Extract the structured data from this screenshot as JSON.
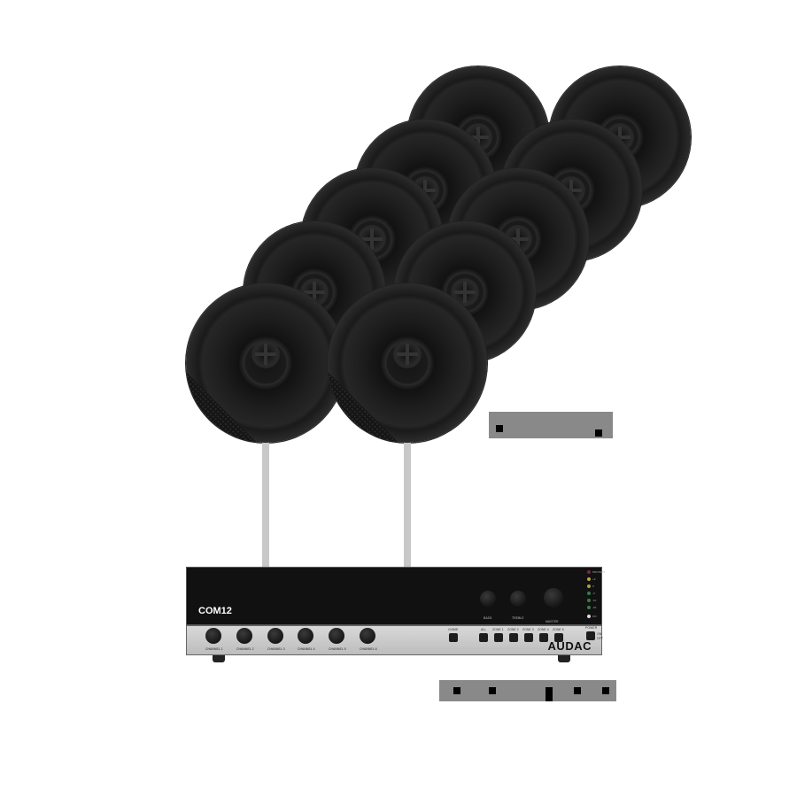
{
  "product": {
    "speaker_count": 10,
    "speaker_grille_color": "#151515",
    "speaker_body_color": "#2a2a2a"
  },
  "amplifier": {
    "model": "COM12",
    "brand": "AUDAC",
    "channels": [
      {
        "label": "CHANNEL 1"
      },
      {
        "label": "CHANNEL 2"
      },
      {
        "label": "CHANNEL 3"
      },
      {
        "label": "CHANNEL 4"
      },
      {
        "label": "CHANNEL 5"
      },
      {
        "label": "CHANNEL 6"
      }
    ],
    "tone_controls": [
      {
        "label": "BASS"
      },
      {
        "label": "TREBLE"
      },
      {
        "label": "MASTER"
      }
    ],
    "buttons": [
      {
        "label": "CHIME"
      },
      {
        "label": "ALL"
      },
      {
        "label": "ZONE 1"
      },
      {
        "label": "ZONE 2"
      },
      {
        "label": "ZONE 3"
      },
      {
        "label": "ZONE 4"
      },
      {
        "label": "ZONE 5"
      },
      {
        "label": "POWER"
      }
    ],
    "power_states": [
      "ON",
      "OFF"
    ],
    "leds": [
      {
        "label": "PROTECT",
        "color": "#7a2a3a"
      },
      {
        "label": "+3",
        "color": "#b8a640"
      },
      {
        "label": "0",
        "color": "#a8a040"
      },
      {
        "label": "-3",
        "color": "#3c7a4a"
      },
      {
        "label": "-10",
        "color": "#3c7a4a"
      },
      {
        "label": "-20",
        "color": "#3c7a4a"
      },
      {
        "label": "ON",
        "color": "#dddddd"
      }
    ],
    "panel_color": "#c8c8c8",
    "top_color": "#111111"
  },
  "captions": {
    "speaker_caption_redacted": true,
    "amplifier_caption_redacted": true,
    "redaction_color": "#898989"
  }
}
